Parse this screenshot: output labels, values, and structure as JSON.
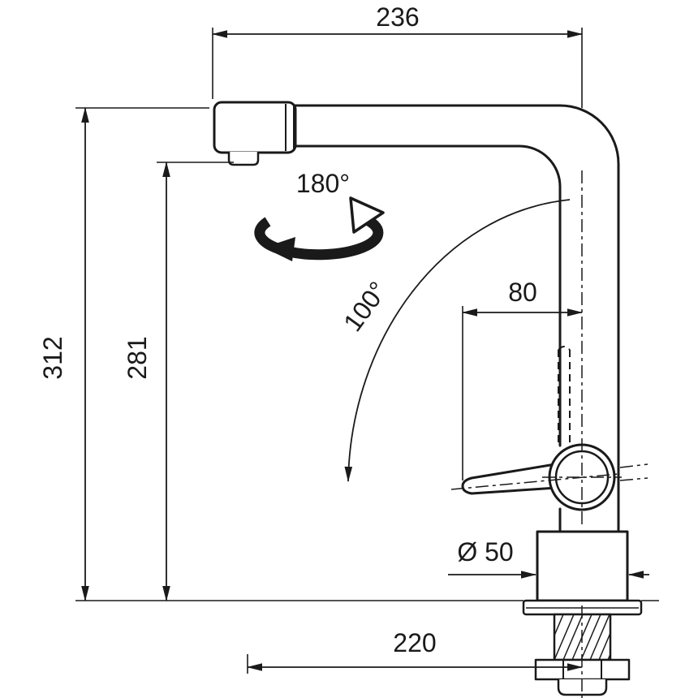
{
  "page": {
    "background": "#ffffff",
    "line_color": "#1a1a1a"
  },
  "drawing": {
    "type": "technical-dimension-diagram",
    "subject": "kitchen faucet side elevation with pull-out spray head",
    "dimensions": {
      "top_width": "236",
      "overall_height": "312",
      "spout_height": "281",
      "swivel_angle": "180°",
      "spray_angle": "100°",
      "handle_length": "80",
      "base_diameter": "Ø 50",
      "bottom_width": "220"
    }
  }
}
